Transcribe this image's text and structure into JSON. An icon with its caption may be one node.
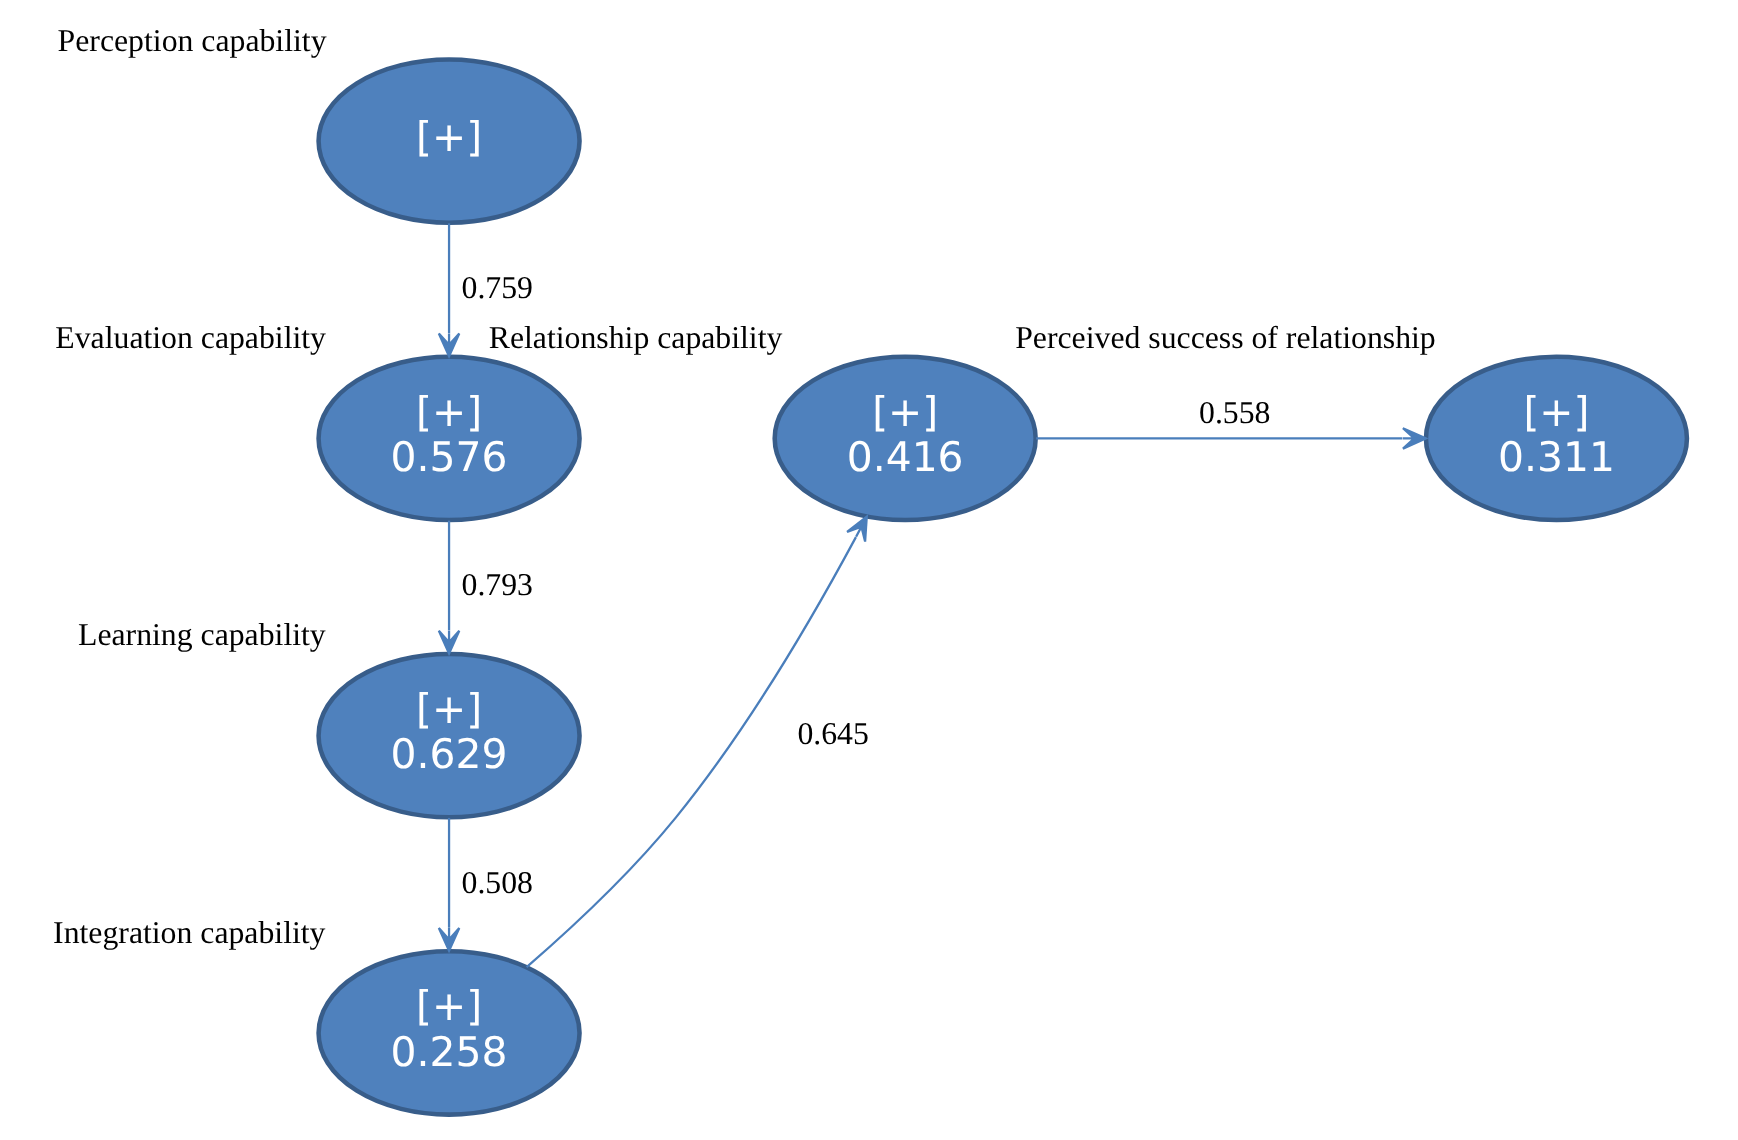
{
  "diagram": {
    "nodes": [
      {
        "text": [
          "[+]"
        ],
        "beside": [
          "Perception capability"
        ]
      },
      {
        "text": [
          "[+]",
          "0.576"
        ],
        "beside": [
          "Evaluation capability"
        ]
      },
      {
        "text": [
          "[+]",
          "0.629"
        ],
        "beside": [
          "Learning capability"
        ]
      },
      {
        "text": [
          "[+]",
          "0.258"
        ],
        "beside": [
          "Integration capability"
        ]
      },
      {
        "text": [
          "[+]",
          "0.416"
        ],
        "beside": [
          "Relationship capability"
        ]
      },
      {
        "text": [
          "[+]",
          "0.311"
        ],
        "beside": [
          "Perceived success of relationship"
        ]
      }
    ],
    "edges": [
      {
        "from": 0,
        "to": 1,
        "arrow": "to",
        "label": "0.759"
      },
      {
        "from": 1,
        "to": 2,
        "arrow": "to",
        "label": "0.793"
      },
      {
        "from": 2,
        "to": 3,
        "arrow": "to",
        "label": "0.508"
      },
      {
        "from": 3,
        "to": 4,
        "arrow": "to",
        "label": "0.645"
      },
      {
        "from": 4,
        "to": 5,
        "arrow": "to",
        "label": "0.558"
      }
    ]
  }
}
